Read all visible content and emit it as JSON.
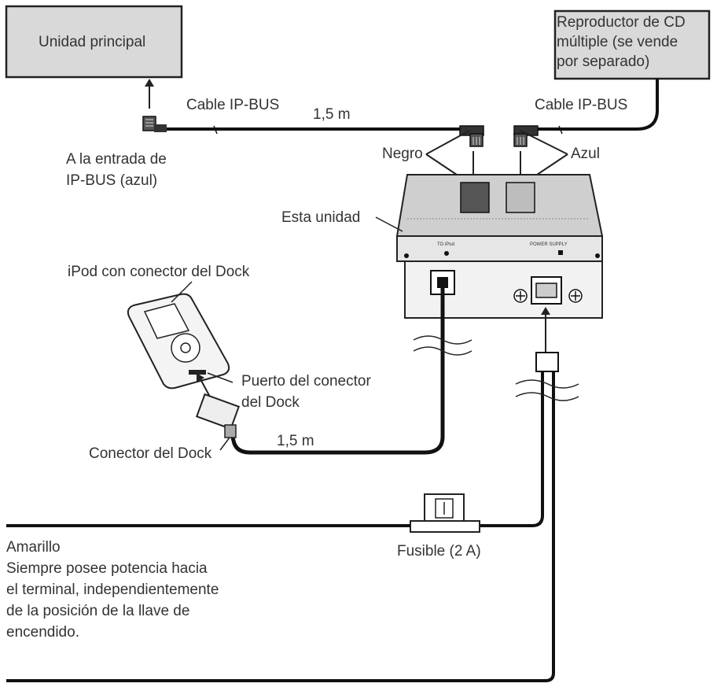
{
  "labels": {
    "main_unit": "Unidad principal",
    "cd_player": [
      "Reproductor de CD",
      "múltiple (se vende",
      "por separado)"
    ],
    "cable_ipbus_left": "Cable IP-BUS",
    "cable_ipbus_right": "Cable IP-BUS",
    "length_top": "1,5 m",
    "ipbus_input": [
      "A la entrada de",
      "IP-BUS (azul)"
    ],
    "black": "Negro",
    "blue": "Azul",
    "this_unit": "Esta unidad",
    "ipod": "iPod con conector del Dock",
    "dock_port": [
      "Puerto del conector",
      "del Dock"
    ],
    "length_bottom": "1,5 m",
    "dock_connector": "Conector del Dock",
    "fuse": "Fusible (2 A)",
    "yellow": "Amarillo",
    "yellow_note": [
      "Siempre posee potencia hacia",
      "el terminal, independientemente",
      "de la posición de la llave de",
      "encendido."
    ],
    "port_to_ipod": "TO iPod",
    "port_power_supply": "POWER SUPPLY"
  },
  "colors": {
    "box_fill": "#d8d8d8",
    "line": "#222222",
    "text": "#333333"
  }
}
